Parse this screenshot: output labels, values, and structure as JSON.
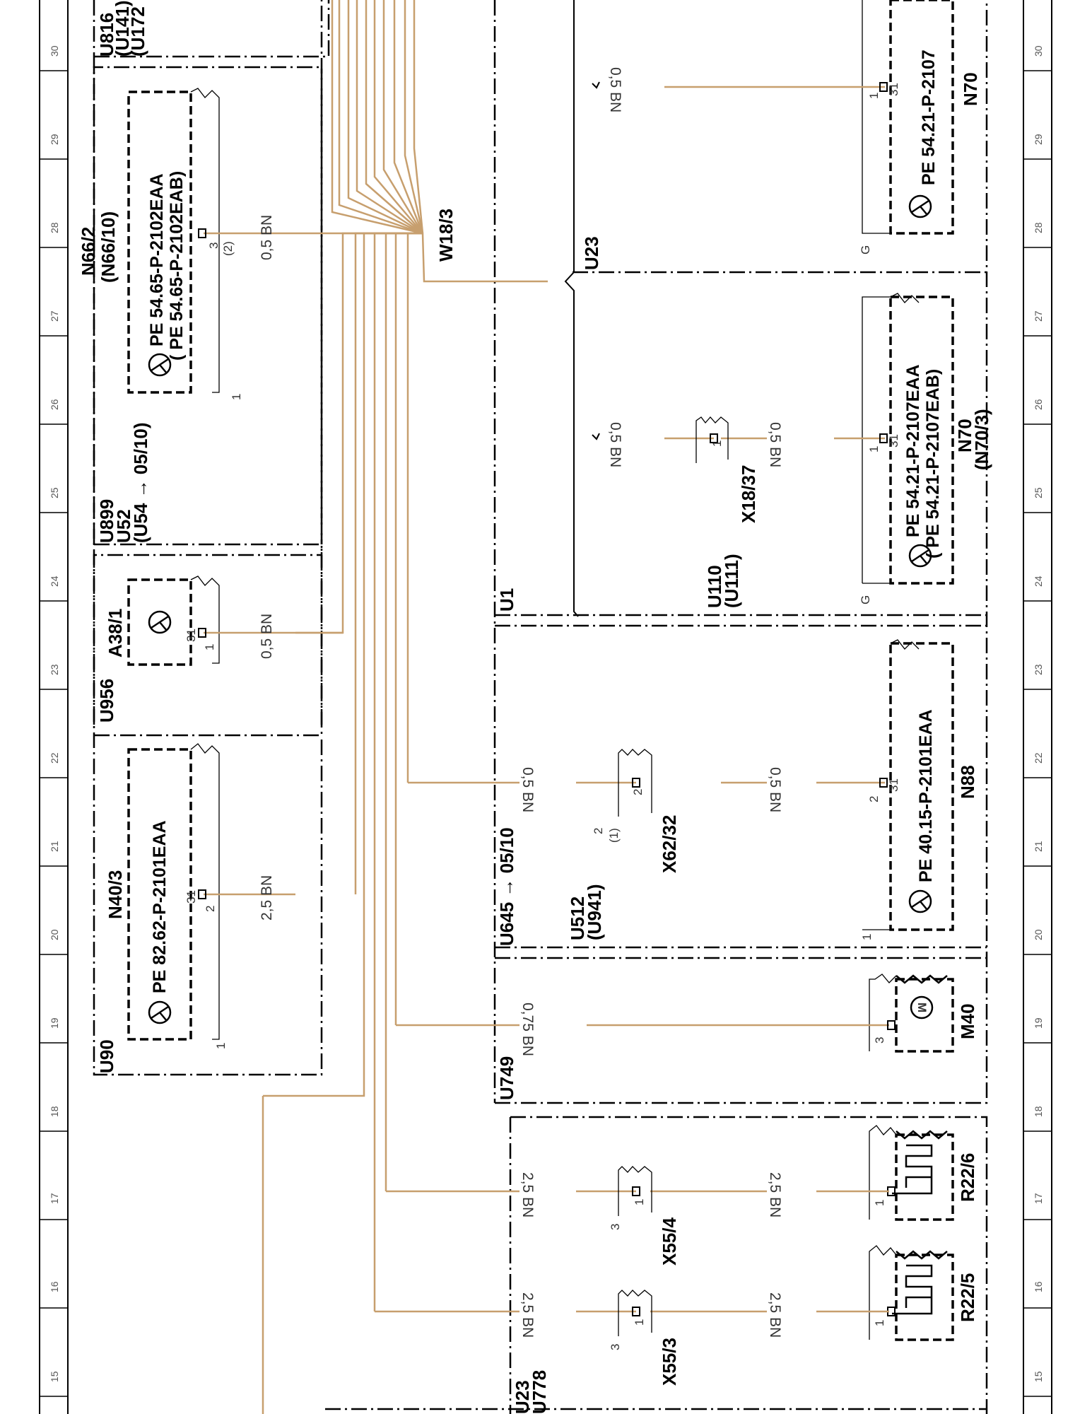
{
  "grid_columns": [
    "15",
    "16",
    "17",
    "18",
    "19",
    "20",
    "21",
    "22",
    "23",
    "24",
    "25",
    "26",
    "27",
    "28",
    "29",
    "30"
  ],
  "zones": {
    "u816": [
      "U816",
      "(U141)",
      "(U172"
    ],
    "u90": "U90",
    "u956": "U956",
    "u899": [
      "U899",
      "U52",
      "(U54 → 05/10)"
    ],
    "u749": "U749",
    "u645": [
      "U645 → 05/10",
      "U512",
      "(U941)"
    ],
    "u1": "U1",
    "u110": [
      "U110",
      "(U111)"
    ],
    "u23_top": "U23",
    "u23_bottom": [
      "U23",
      "U778"
    ]
  },
  "components": {
    "n40_3": {
      "name": "N40/3",
      "ref": "PE  82.62-P-2101EAA",
      "pins": [
        "31",
        "2",
        "1"
      ]
    },
    "a38_1": {
      "name": "A38/1",
      "pins": [
        "31",
        "1"
      ]
    },
    "n66_2": {
      "name": "N66/2",
      "alt": "(N66/10)",
      "ref": "PE  54.65-P-2102EAA",
      "ref_alt": "(  PE  54.65-P-2102EAB)",
      "pins": [
        "3",
        "(2)",
        "1"
      ]
    },
    "w18_3": {
      "name": "W18/3"
    },
    "n70_top": {
      "name": "N70",
      "ref": "PE  54.21-P-2107",
      "pins": [
        "31",
        "1"
      ],
      "ground": "G"
    },
    "n70_3": {
      "name": "N70",
      "alt": "(N70/3)",
      "ref": "PE  54.21-P-2107EAA",
      "ref_alt": "(  PE  54.21-P-2107EAB)",
      "pins": [
        "31",
        "1"
      ],
      "ground": "G"
    },
    "x18_37": {
      "name": "X18/37",
      "pin": "1"
    },
    "n88": {
      "name": "N88",
      "ref": "PE  40.15-P-2101EAA",
      "pins": [
        "31",
        "2",
        "1"
      ]
    },
    "x62_32": {
      "name": "X62/32",
      "pins": [
        "2",
        "2",
        "(1)"
      ]
    },
    "m40": {
      "name": "M40",
      "pin": "3",
      "motor": "M"
    },
    "r22_6": {
      "name": "R22/6",
      "pin": "1"
    },
    "r22_5": {
      "name": "R22/5",
      "pin": "1"
    },
    "x55_4": {
      "name": "X55/4",
      "pins": [
        "1",
        "3"
      ]
    },
    "x55_3": {
      "name": "X55/3",
      "pins": [
        "1",
        "3"
      ]
    }
  },
  "wires": {
    "n40_3": "2,5 BN",
    "a38_1": "0,5 BN",
    "n66_2": "0,5 BN",
    "n70_top": "0,5 BN",
    "n70_3_left": "0,5 BN",
    "n70_3_right": "0,5 BN",
    "n88_left": "0,5 BN",
    "n88_right": "0,5 BN",
    "m40": "0,75 BN",
    "r22_6_left": "2,5 BN",
    "r22_6_right": "2,5 BN",
    "r22_5_left": "2,5 BN",
    "r22_5_right": "2,5 BN"
  },
  "colors": {
    "wire_brown": "#c79f6e",
    "line": "#000000"
  }
}
